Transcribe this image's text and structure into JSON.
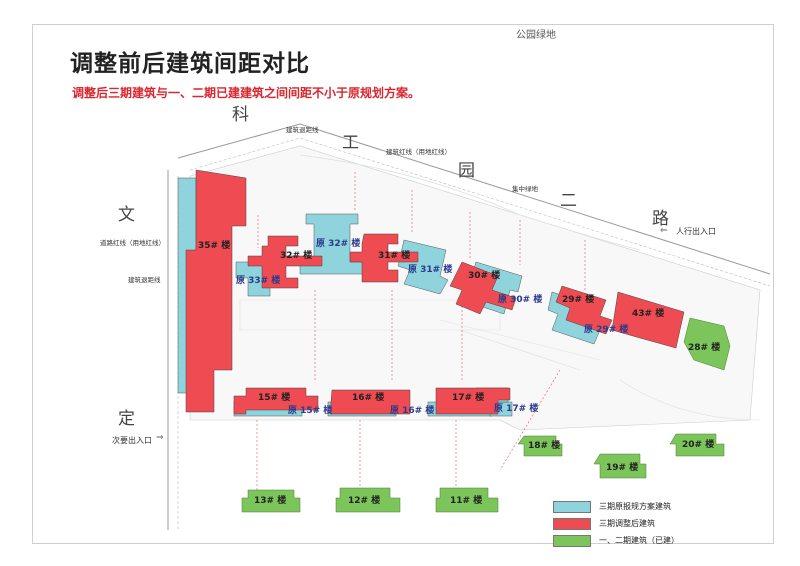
{
  "title": "调整前后建筑间距对比",
  "subtitle": "调整后三期建筑与一、二期已建建筑之间间距不小于原规划方案。",
  "park_label": "公园绿地",
  "roads": {
    "keyuan": [
      "科",
      "工",
      "园",
      "二",
      "路"
    ],
    "wending": [
      "文",
      "定"
    ]
  },
  "map_labels": {
    "setback_top": "建筑退距线",
    "redline_top": "建筑红线（用地红线）",
    "central_green": "集中绿地",
    "redline_left": "道路红线（用地红线）",
    "setback_left": "建筑退距线",
    "pedestrian_entrance": "人行出入口",
    "secondary_entrance": "次要出入口"
  },
  "buildings": {
    "b35": "35# 楼",
    "b32": "32# 楼",
    "o32": "原 32# 楼",
    "b31": "31# 楼",
    "o31": "原 31# 楼",
    "b30": "30# 楼",
    "o30": "原 30# 楼",
    "b29": "29# 楼",
    "o29": "原 29# 楼",
    "b43": "43# 楼",
    "b28": "28# 楼",
    "o33": "原 33# 楼",
    "b15": "15# 楼",
    "o15": "原 15# 楼",
    "b16": "16# 楼",
    "o16": "原 16# 楼",
    "b17": "17# 楼",
    "o17": "原 17# 楼",
    "b18": "18# 楼",
    "b19": "19# 楼",
    "b20": "20# 楼",
    "b13": "13# 楼",
    "b12": "12# 楼",
    "b11": "11# 楼"
  },
  "legend": [
    {
      "label": "三期原报规方案建筑",
      "color": "#8fd3dc"
    },
    {
      "label": "三期调整后建筑",
      "color": "#ef4b52"
    },
    {
      "label": "一、二期建筑（已建）",
      "color": "#7cc55a"
    }
  ],
  "colors": {
    "original": "#8fd3dc",
    "adjusted": "#ef4b52",
    "existing": "#7cc55a",
    "title_red": "#d9262e"
  }
}
